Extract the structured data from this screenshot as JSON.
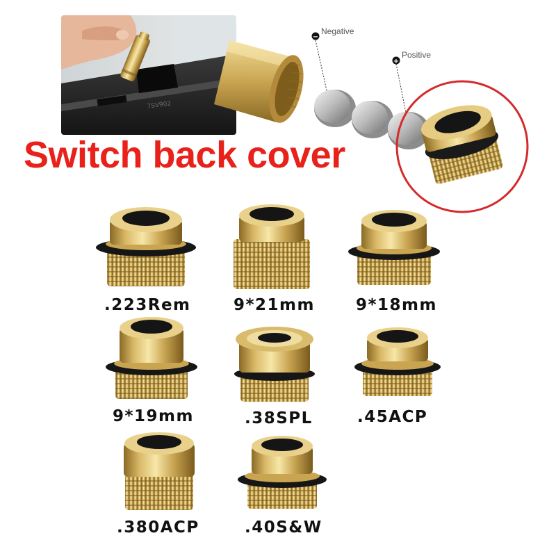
{
  "headline": "Switch back cover",
  "diagram": {
    "negative_label": "Negative",
    "positive_label": "Positive",
    "negative_sign": "−",
    "positive_sign": "+",
    "pistol_marking": "7SV902"
  },
  "variants": [
    {
      "label": ".223Rem"
    },
    {
      "label": "9*21mm"
    },
    {
      "label": "9*18mm"
    },
    {
      "label": "9*19mm"
    },
    {
      "label": ".38SPL"
    },
    {
      "label": ".45ACP"
    },
    {
      "label": ".380ACP"
    },
    {
      "label": ".40S&W"
    }
  ],
  "colors": {
    "headline": "#e8211a",
    "highlight_circle": "#d42a2a",
    "brass": "#d4b25a",
    "o_ring": "#1a1a1a"
  }
}
